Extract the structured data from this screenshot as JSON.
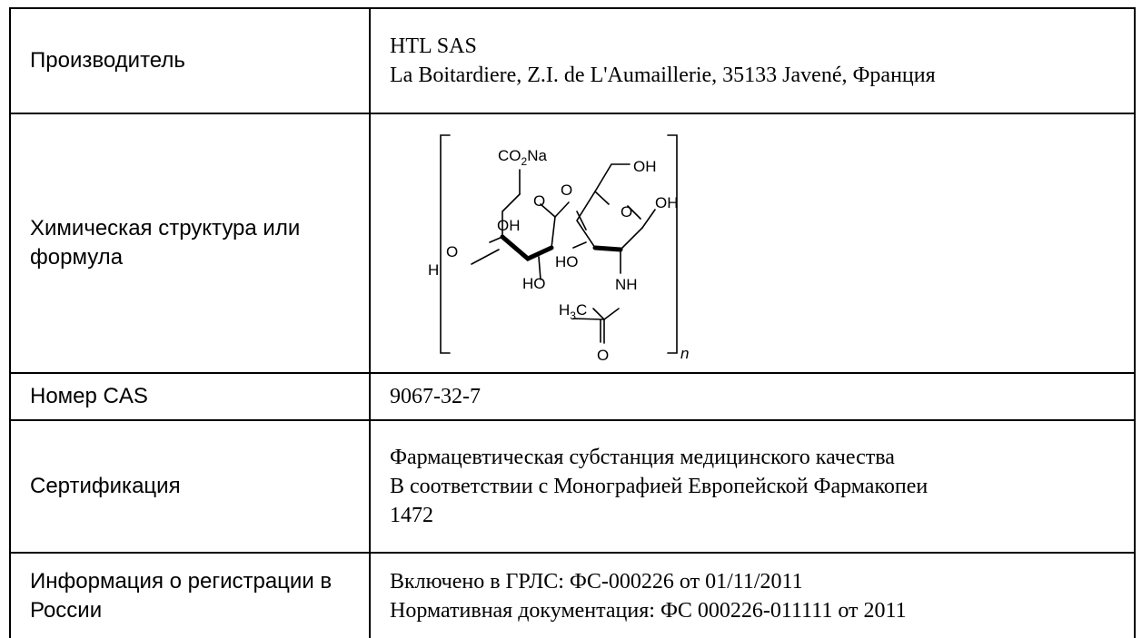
{
  "rows": [
    {
      "label": "Производитель",
      "lines": [
        "HTL SAS",
        "La Boitardiere, Z.I. de L'Aumaillerie, 35133 Javené, Франция"
      ]
    },
    {
      "label": "Химическая структура или формула",
      "structure": {
        "co2na": "CO",
        "co2na_sub": "2",
        "co2na_tail": "Na",
        "ring_o1": "O",
        "bridge_o": "O",
        "oh_top": "OH",
        "ring_o2": "O",
        "oh_right": "OH",
        "oh_left_ring": "OH",
        "h_end": "H",
        "o_end": "O",
        "ho_mid": "HO",
        "ho_bottom": "HO",
        "nh": "NH",
        "h3c": "H",
        "h3c_sub": "3",
        "h3c_tail": "C",
        "carbonyl_o": "O",
        "subscript_n": "n"
      }
    },
    {
      "label": "Номер CAS",
      "lines": [
        "9067-32-7"
      ]
    },
    {
      "label": "Сертификация",
      "lines": [
        "Фармацевтическая субстанция медицинского качества",
        "В соответствии с Монографией Европейской Фармакопеи",
        "1472"
      ]
    },
    {
      "label": "Информация о регистрации в России",
      "lines": [
        "Включено в ГРЛС: ФС-000226 от 01/11/2011",
        "Нормативная документация: ФС 000226-011111 от 2011"
      ]
    }
  ]
}
